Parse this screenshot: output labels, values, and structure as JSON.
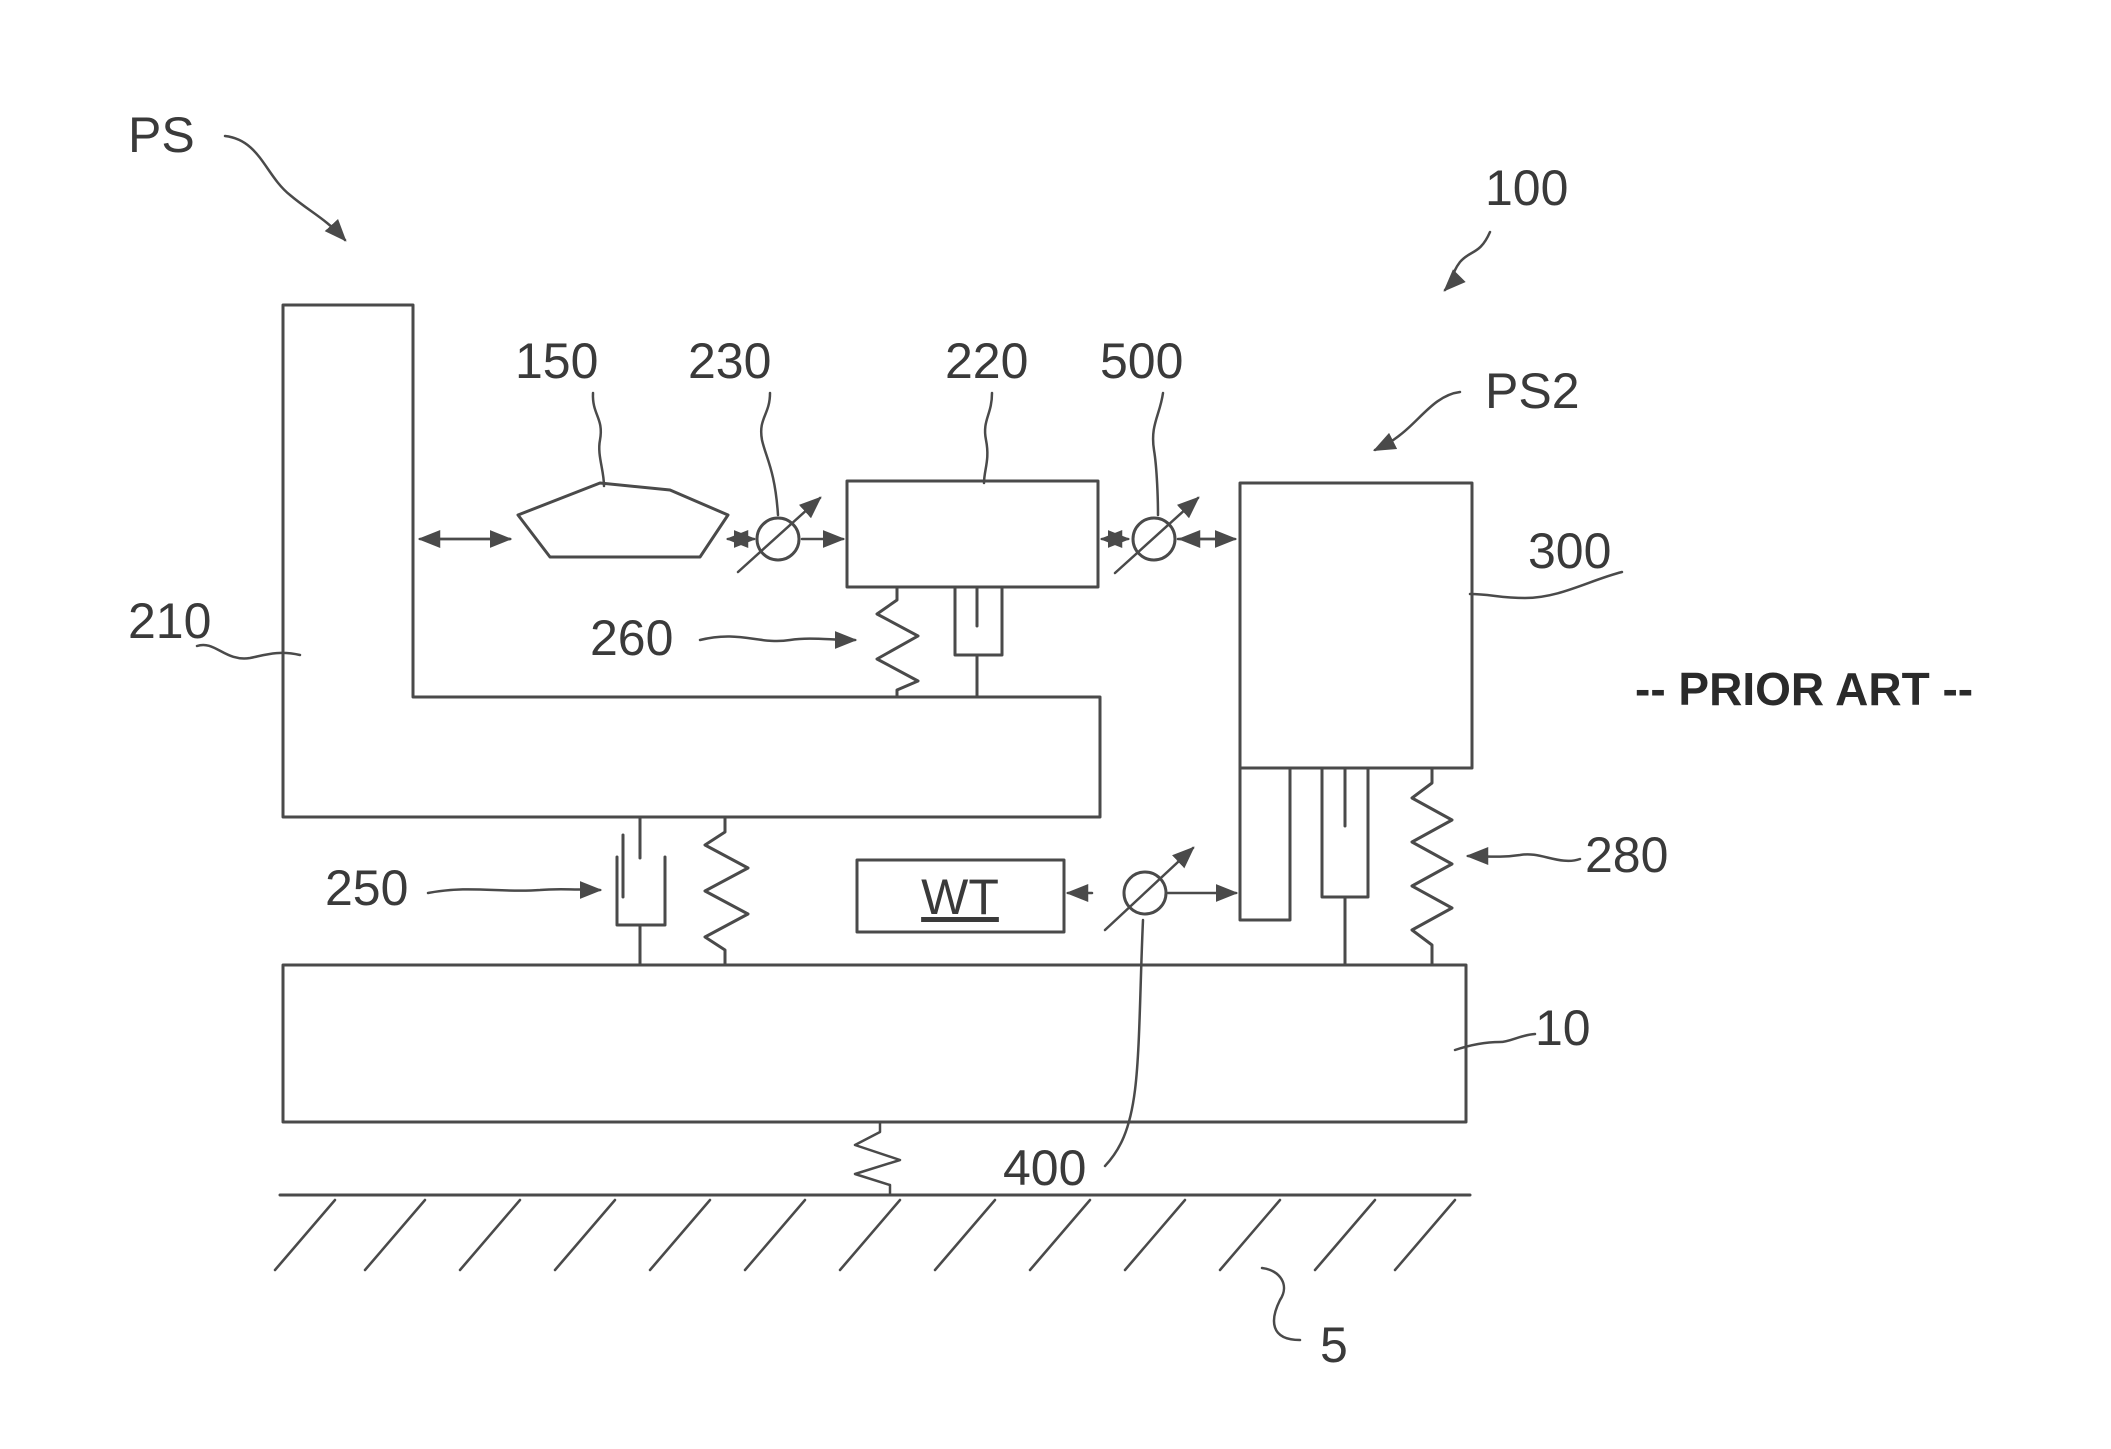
{
  "labels": {
    "ps": "PS",
    "ref_100": "100",
    "ref_150": "150",
    "ref_230": "230",
    "ref_220": "220",
    "ref_500": "500",
    "ps2": "PS2",
    "ref_300": "300",
    "ref_210": "210",
    "ref_260": "260",
    "ref_250": "250",
    "ref_280": "280",
    "ref_10": "10",
    "ref_400": "400",
    "ref_5": "5",
    "wt": "WT",
    "prior_art": "-- PRIOR ART --"
  }
}
